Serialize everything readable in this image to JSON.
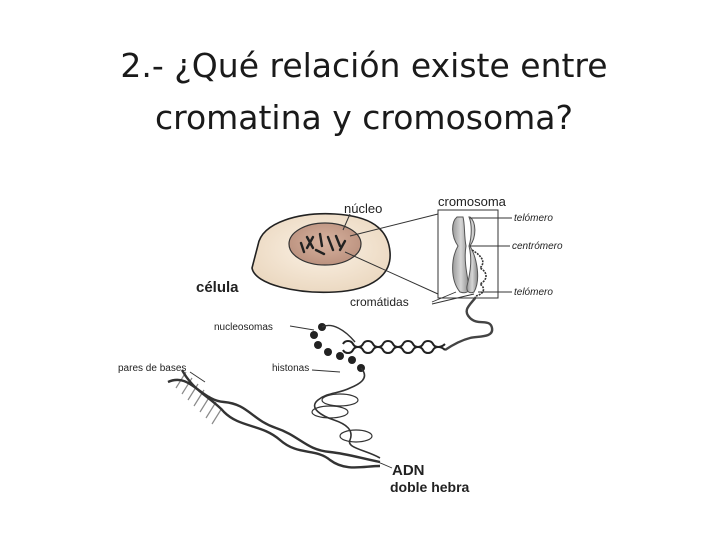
{
  "slide": {
    "title_line1": "2.- ¿Qué relación existe entre",
    "title_line2": "cromatina y cromosoma?"
  },
  "diagram": {
    "labels": {
      "nucleo": "núcleo",
      "cromosoma": "cromosoma",
      "telomero_top": "telómero",
      "centromero": "centrómero",
      "telomero_bottom": "telómero",
      "celula": "célula",
      "cromatidas": "cromátidas",
      "nucleosomas": "nucleosomas",
      "pares_de_bases": "pares de bases",
      "histonas": "histonas",
      "adn": "ADN",
      "doble_hebra": "doble hebra"
    }
  }
}
